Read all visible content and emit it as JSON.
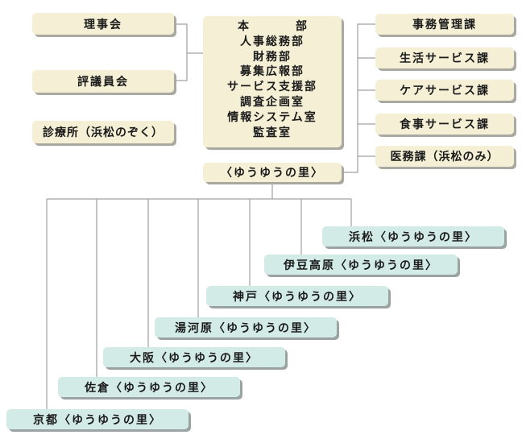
{
  "left_boxes": {
    "rijikai": "理事会",
    "hyogiinkai": "評議員会",
    "shinryojo": "診療所（浜松のぞく）"
  },
  "honbu": {
    "title": "本　部",
    "departments": [
      "人事総務部",
      "財務部",
      "募集広報部",
      "サービス支援部",
      "調査企画室",
      "情報システム室",
      "監査室"
    ]
  },
  "yuyu_center": "〈ゆうゆうの里〉",
  "right_boxes": [
    "事務管理課",
    "生活サービス課",
    "ケアサービス課",
    "食事サービス課",
    "医務課（浜松のみ）"
  ],
  "facilities": [
    "浜松〈ゆうゆうの里〉",
    "伊豆高原〈ゆうゆうの里〉",
    "神戸〈ゆうゆうの里〉",
    "湯河原〈ゆうゆうの里〉",
    "大阪〈ゆうゆうの里〉",
    "佐倉〈ゆうゆうの里〉",
    "京都〈ゆうゆうの里〉"
  ],
  "colors": {
    "cream_box": "#f4efd5",
    "teal_box": "#d3ebe6",
    "connector": "#a0a0a0"
  }
}
